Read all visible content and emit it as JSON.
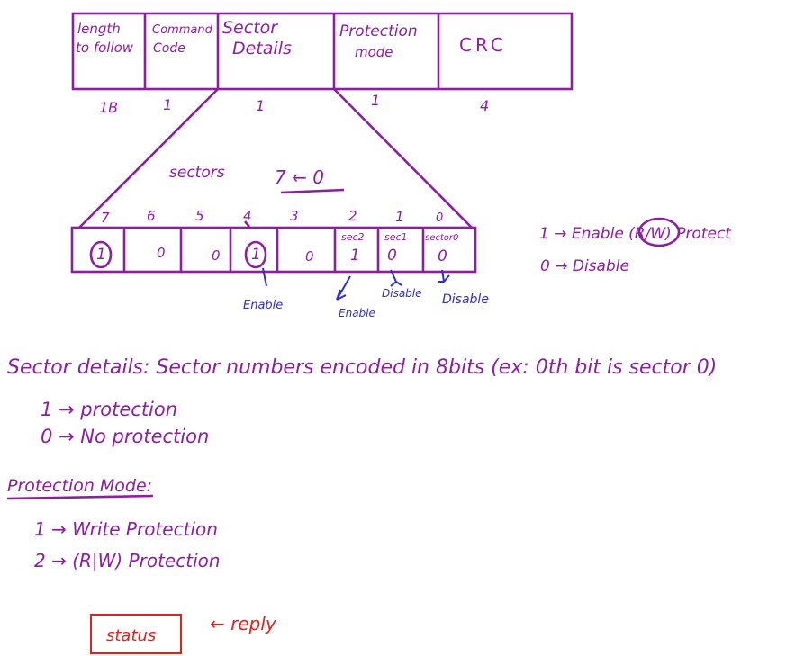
{
  "packet": {
    "fields": [
      {
        "line1": "length",
        "line2": "to follow",
        "size": "1B"
      },
      {
        "line1": "Command",
        "line2": "Code",
        "size": "1"
      },
      {
        "line1": "Sector",
        "line2": "Details",
        "size": "1"
      },
      {
        "line1": "Protection",
        "line2": "mode",
        "size": "1"
      },
      {
        "line1": "CRC",
        "line2": "",
        "size": "4"
      }
    ]
  },
  "sectors": {
    "title": "sectors",
    "order": "7 ← 0",
    "bit_indices": [
      "7",
      "6",
      "5",
      "4",
      "3",
      "2",
      "1",
      "0"
    ],
    "cell_labels": [
      "",
      "",
      "",
      "",
      "",
      "sec2",
      "sec1",
      "sector0"
    ],
    "values": [
      "1",
      "0",
      "0",
      "1",
      "0",
      "1",
      "0",
      "0"
    ],
    "annotations": {
      "bit4": "Enable",
      "bit2": "Enable",
      "bit1": "Disable",
      "bit0": "Disable"
    }
  },
  "legend": {
    "enable": "1 → Enable (R/W) Protect",
    "disable": "0 → Disable"
  },
  "notes": {
    "sector_details": "Sector details: Sector numbers encoded in 8bits (ex: 0th bit is sector 0)",
    "protection": "1 → protection",
    "no_protection": "0 → No protection",
    "mode_title": "Protection Mode:",
    "mode_1": "1 →  Write Protection",
    "mode_2": "2 →  (R|W) Protection"
  },
  "reply": {
    "box": "status",
    "label": "← reply"
  },
  "colors": {
    "purple": "#8b1fa0",
    "blue": "#2f2fc9",
    "red": "#e0221f"
  }
}
